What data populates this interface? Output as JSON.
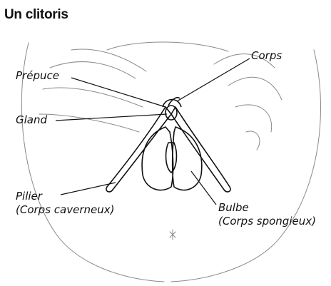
{
  "title": "Un clitoris",
  "labels": {
    "prepuce": "Prépuce",
    "gland": "Gland",
    "corps": "Corps",
    "pilier_line1": "Pilier",
    "pilier_line2": "(Corps caverneux)",
    "bulbe_line1": "Bulbe",
    "bulbe_line2": "(Corps spongieux)"
  },
  "colors": {
    "ink": "#111111",
    "sketch": "#8a8a8a",
    "background": "#ffffff"
  }
}
